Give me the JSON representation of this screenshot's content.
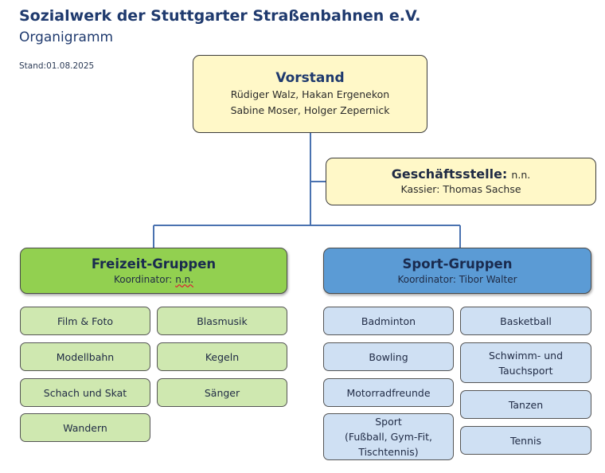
{
  "header": {
    "title": "Sozialwerk der Stuttgarter Straßenbahnen e.V.",
    "subtitle": "Organigramm",
    "stand": "Stand:01.08.2025"
  },
  "vorstand": {
    "title": "Vorstand",
    "line1": "Rüdiger Walz, Hakan Ergenekon",
    "line2": "Sabine Moser, Holger Zepernick"
  },
  "geschaeftsstelle": {
    "title": "Geschäftsstelle:",
    "title_suffix": "n.n.",
    "line": "Kassier: Thomas Sachse"
  },
  "freizeit": {
    "title": "Freizeit-Gruppen",
    "coord_label": "Koordinator:",
    "coord_value": "n.n.",
    "items": [
      "Film & Foto",
      "Blasmusik",
      "Modellbahn",
      "Kegeln",
      "Schach und Skat",
      "Sänger",
      "Wandern"
    ]
  },
  "sport": {
    "title": "Sport-Gruppen",
    "coord_label": "Koordinator:",
    "coord_value": "Tibor Walter",
    "items": [
      "Badminton",
      "Basketball",
      "Bowling",
      "Schwimm- und\nTauchsport",
      "Motorradfreunde",
      "Tanzen",
      "Sport\n(Fußball, Gym-Fit,\nTischtennis)",
      "Tennis"
    ]
  },
  "colors": {
    "title": "#1f3a6e",
    "vorstand_fill": "#fff8c8",
    "freizeit_header": "#92d050",
    "freizeit_item": "#cfe8b0",
    "sport_header": "#5b9bd5",
    "sport_item": "#cfe0f3",
    "connector": "#4a72b0"
  }
}
